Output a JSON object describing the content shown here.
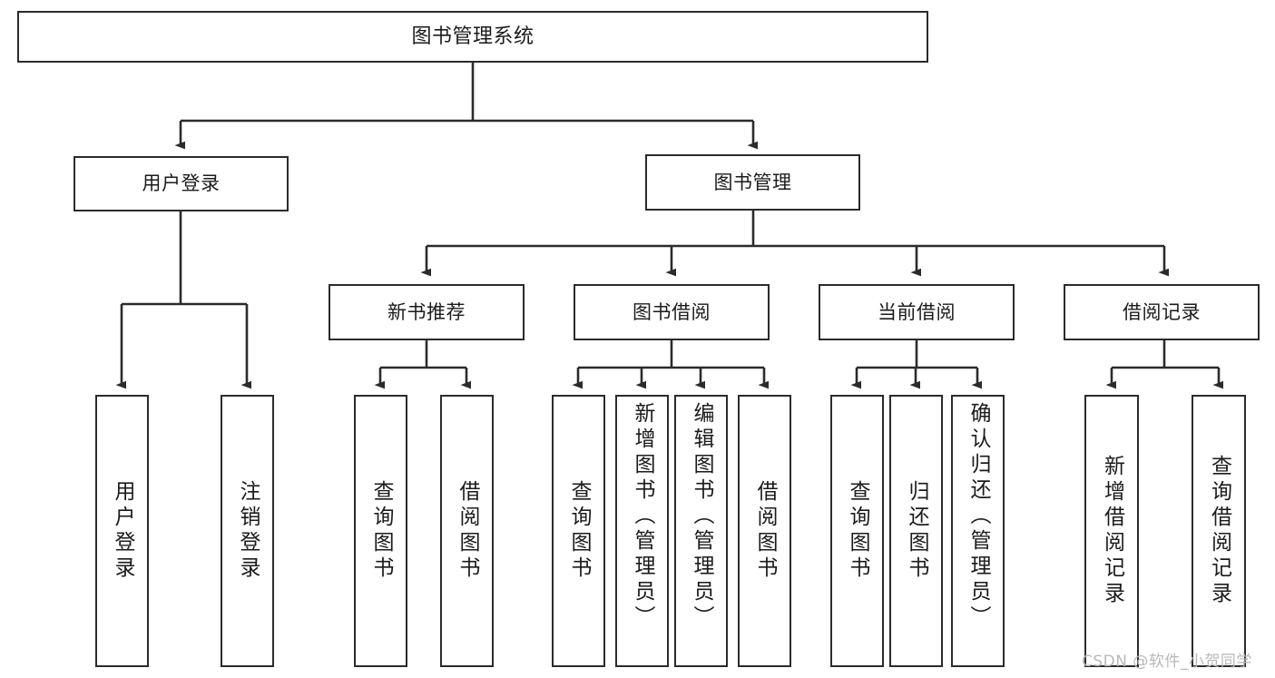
{
  "diagram": {
    "title": "图书管理系统",
    "type": "功能结构图",
    "watermark": "CSDN @软件_小贺同学",
    "colors": {
      "box_border": "#2b2b2b",
      "box_fill": "#ffffff",
      "text": "#1b1b1b",
      "edge": "#2b2b2b",
      "watermark": "#b8b8b8",
      "background": "#ffffff"
    }
  },
  "nodes": {
    "root": {
      "label": "图书管理系统"
    },
    "level1": [
      {
        "id": "user-login",
        "label": "用户登录"
      },
      {
        "id": "book-manage",
        "label": "图书管理"
      }
    ],
    "level2": [
      {
        "id": "new-book-recommend",
        "label": "新书推荐"
      },
      {
        "id": "book-borrow",
        "label": "图书借阅"
      },
      {
        "id": "current-borrow",
        "label": "当前借阅"
      },
      {
        "id": "borrow-record",
        "label": "借阅记录"
      }
    ],
    "leaves": {
      "user-login": [
        {
          "id": "leaf-user-login",
          "label": "用户登录",
          "align": "center"
        },
        {
          "id": "leaf-logout",
          "label": "注销登录",
          "align": "center"
        }
      ],
      "new-book-recommend": [
        {
          "id": "leaf-query-book-1",
          "label": "查询图书",
          "align": "center"
        },
        {
          "id": "leaf-borrow-book-1",
          "label": "借阅图书",
          "align": "center"
        }
      ],
      "book-borrow": [
        {
          "id": "leaf-query-book-2",
          "label": "查询图书",
          "align": "center"
        },
        {
          "id": "leaf-add-book",
          "label": "新增图书（管理员）",
          "align": "top"
        },
        {
          "id": "leaf-edit-book",
          "label": "编辑图书（管理员）",
          "align": "top"
        },
        {
          "id": "leaf-borrow-book-2",
          "label": "借阅图书",
          "align": "center"
        }
      ],
      "current-borrow": [
        {
          "id": "leaf-query-book-3",
          "label": "查询图书",
          "align": "center"
        },
        {
          "id": "leaf-return-book",
          "label": "归还图书",
          "align": "center"
        },
        {
          "id": "leaf-confirm-return",
          "label": "确认归还（管理员）",
          "align": "top"
        }
      ],
      "borrow-record": [
        {
          "id": "leaf-add-record",
          "label": "新增借阅记录",
          "align": "center"
        },
        {
          "id": "leaf-query-record",
          "label": "查询借阅记录",
          "align": "center"
        }
      ]
    }
  }
}
